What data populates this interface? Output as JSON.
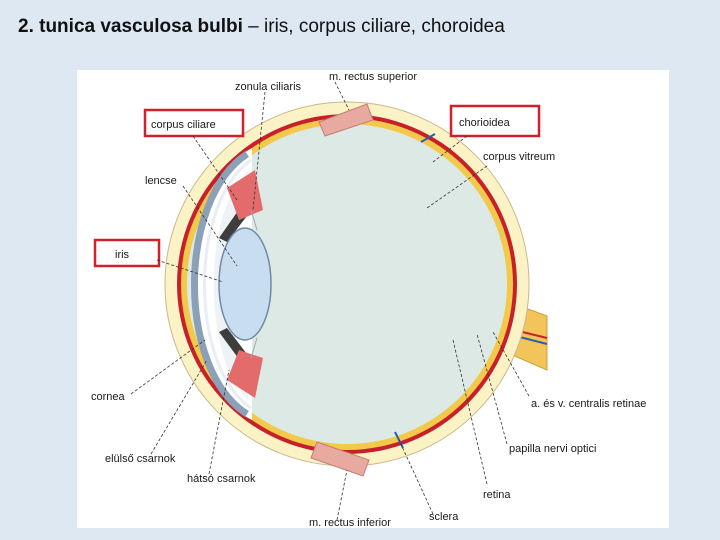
{
  "title": {
    "bold": "2. tunica vasculosa bulbi",
    "rest": " – iris, corpus ciliare, choroidea"
  },
  "labels": {
    "zonula": "zonula ciliaris",
    "rectus_sup": "m. rectus superior",
    "corpus_ciliare": "corpus ciliare",
    "choroidea": "chorioidea",
    "corpus_vitreum": "corpus vitreum",
    "lencse": "lencse",
    "iris": "iris",
    "cornea": "cornea",
    "centralis": "a. és v. centralis retinae",
    "papilla": "papilla nervi optici",
    "elulso": "elülső csarnok",
    "hatso": "hátsó csarnok",
    "retina": "retina",
    "rectus_inf": "m. rectus inferior",
    "sclera": "sclera"
  },
  "colors": {
    "highlight_box": "#d0202a",
    "sclera": "#fbf2c6",
    "choroid": "#c8202a",
    "retina": "#f2c94a",
    "vitreous": "#dde9e5",
    "muscle": "#e8a9a0",
    "nerve": "#f3c45a"
  }
}
